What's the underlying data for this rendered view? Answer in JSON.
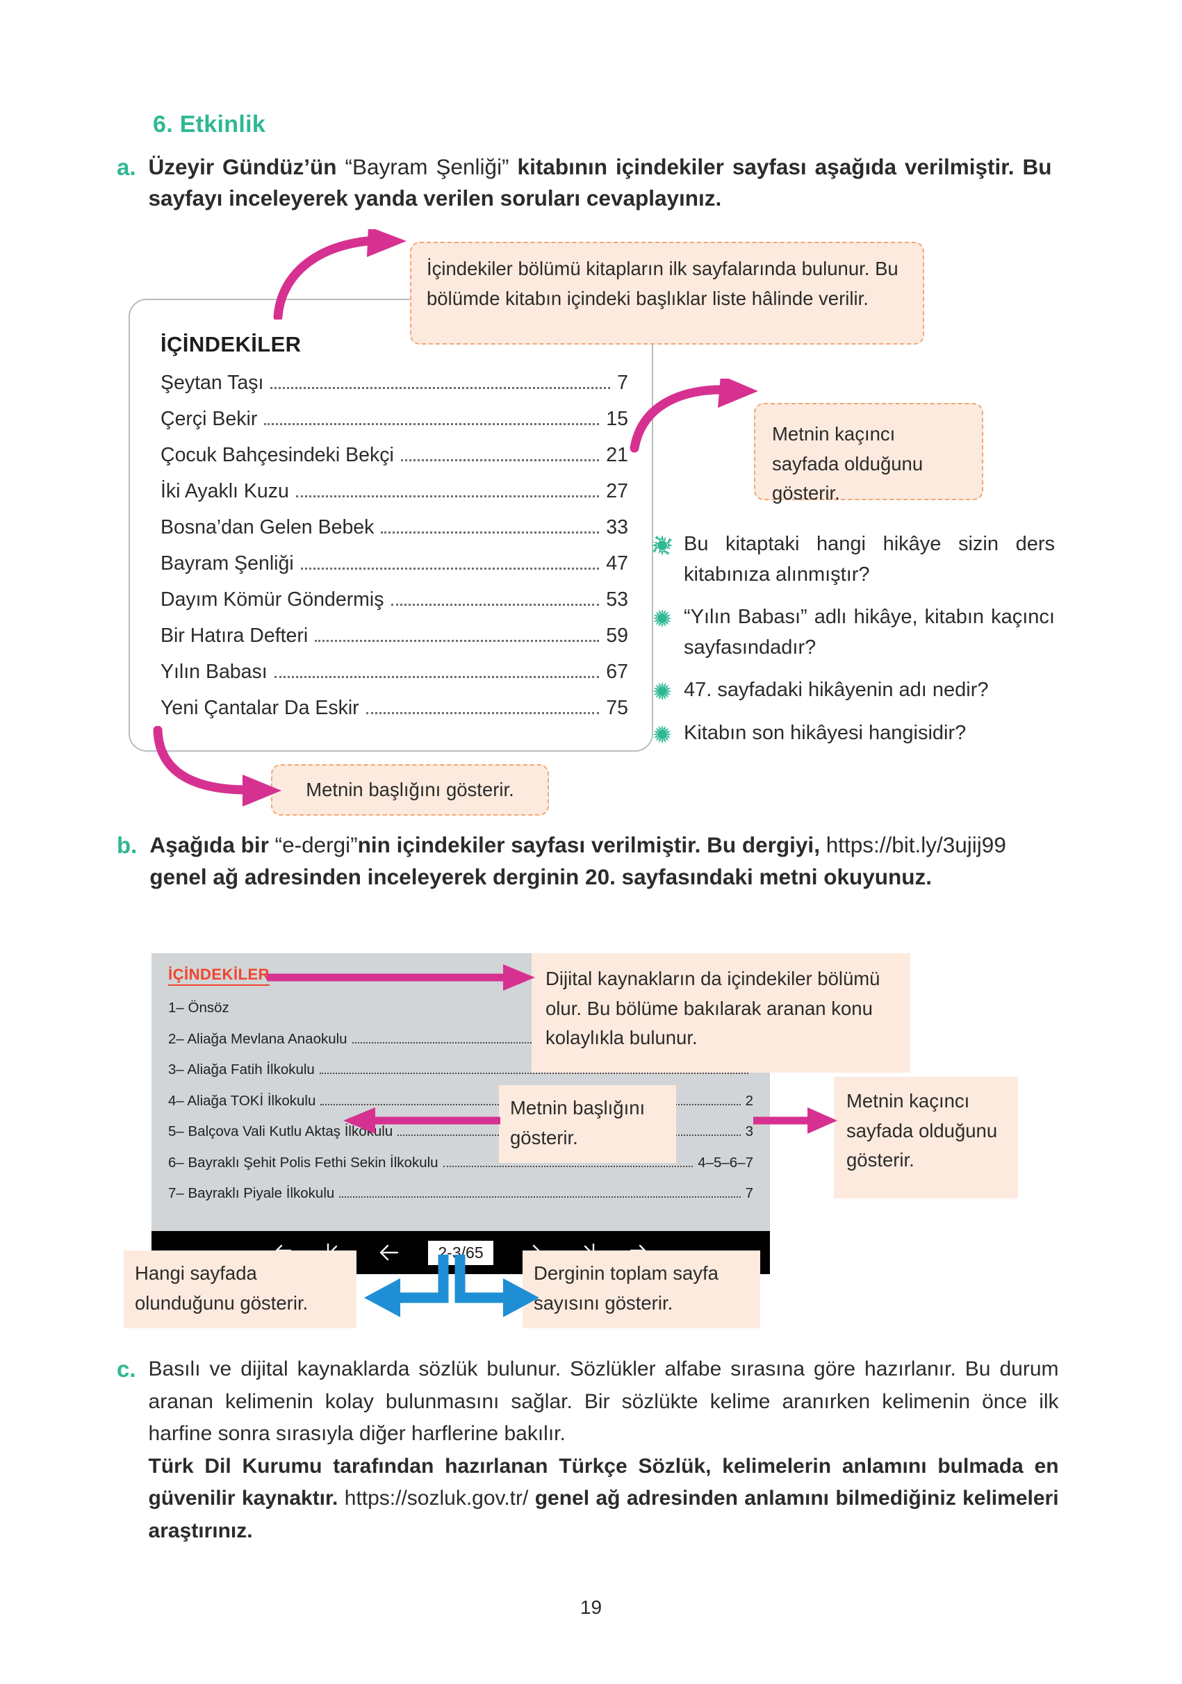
{
  "activity": {
    "heading": "6. Etkinlik"
  },
  "items": {
    "a": {
      "letter": "a.",
      "text_part1": "Üzeyir Gündüz’ün ",
      "text_quote": "“Bayram Şenliği”",
      "text_part2": " kitabının içindekiler sayfası aşağıda verilmiştir. Bu sayfayı inceleyerek yanda verilen soruları cevaplayınız."
    },
    "b": {
      "letter": "b.",
      "text_part1": "Aşağıda bir ",
      "text_quote": "“e-dergi”",
      "text_part2": "nin içindekiler sayfası verilmiştir. Bu dergiyi, ",
      "url": "https://bit.ly/3ujij99",
      "text_part3": " genel ağ adresinden inceleyerek derginin 20. sayfasındaki metni okuyunuz."
    },
    "c": {
      "letter": "c.",
      "paragraph1": "Basılı ve dijital kaynaklarda sözlük bulunur. Sözlükler alfabe sırasına göre hazırlanır. Bu durum aranan kelimenin kolay bulunmasını sağlar. Bir sözlükte kelime aranırken kelimenin önce ilk harfine sonra sırasıyla diğer harflerine bakılır.",
      "paragraph2_part1": "Türk Dil Kurumu tarafından hazırlanan Türkçe Sözlük, kelimelerin anlamını bulmada en güvenilir kaynaktır. ",
      "paragraph2_url": "https://sozluk.gov.tr/",
      "paragraph2_part2": " genel ağ adresinden anlamını bilmediğiniz kelimeleri araştırınız."
    }
  },
  "book_toc": {
    "title": "İÇİNDEKİLER",
    "entries": [
      {
        "name": "Şeytan Taşı",
        "page": "7"
      },
      {
        "name": "Çerçi Bekir",
        "page": "15"
      },
      {
        "name": "Çocuk Bahçesindeki Bekçi",
        "page": "21"
      },
      {
        "name": "İki Ayaklı Kuzu",
        "page": "27"
      },
      {
        "name": "Bosna’dan Gelen Bebek",
        "page": "33"
      },
      {
        "name": "Bayram Şenliği",
        "page": "47"
      },
      {
        "name": "Dayım Kömür Göndermiş",
        "page": "53"
      },
      {
        "name": "Bir Hatıra Defteri",
        "page": "59"
      },
      {
        "name": "Yılın Babası",
        "page": "67"
      },
      {
        "name": "Yeni Çantalar Da Eskir",
        "page": "75"
      }
    ]
  },
  "callouts": {
    "toc_info": "İçindekiler bölümü kitapların ilk sayfalarında bulunur. Bu bölümde kitabın içindeki başlıklar liste hâlinde verilir.",
    "page_number_shows": "Metnin kaçıncı sayfada olduğunu gösterir.",
    "title_shows": "Metnin başlığını gösterir.",
    "digital_info": "Dijital kaynakların da içindekiler bölümü olur. Bu bölüme bakılarak aranan konu kolaylıkla bulunur.",
    "title_shows_2": "Metnin başlığını gösterir.",
    "page_number_shows_2": "Metnin kaçıncı sayfada olduğunu gösterir.",
    "current_page_shows": "Hangi sayfada olunduğunu gösterir.",
    "total_pages_shows": "Derginin toplam sayfa sayısını gösterir."
  },
  "questions": [
    "Bu kitaptaki hangi hikâye sizin ders kitabınıza alınmıştır?",
    "“Yılın Babası” adlı hikâye, kitabın kaçıncı sayfasındadır?",
    "47. sayfadaki hikâyenin adı nedir?",
    "Kitabın son hikâyesi hangisidir?"
  ],
  "edergi": {
    "title": "İÇİNDEKİLER",
    "entries": [
      {
        "name": "1– Önsöz",
        "page": "",
        "leader": false
      },
      {
        "name": "2– Aliağa Mevlana Anaokulu",
        "page": "",
        "leader": true
      },
      {
        "name": "3– Aliağa Fatih İlkokulu",
        "page": "",
        "leader": true
      },
      {
        "name": "4– Aliağa TOKİ İlkokulu",
        "page": "2",
        "leader": true
      },
      {
        "name": "5– Balçova Vali Kutlu Aktaş İlkokulu",
        "page": "3",
        "leader": true
      },
      {
        "name": "6– Bayraklı Şehit Polis Fethi Sekin İlkokulu",
        "page": "4–5–6–7",
        "leader": true
      },
      {
        "name": "7– Bayraklı Piyale İlkokulu",
        "page": "7",
        "leader": true
      }
    ],
    "toolbar": {
      "page_indicator": "2-3/65",
      "icons": [
        "undo-arrow-icon",
        "first-page-icon",
        "previous-page-icon",
        "next-page-icon",
        "last-page-icon",
        "redo-arrow-icon"
      ]
    }
  },
  "page_number": "19",
  "colors": {
    "accent_teal": "#2EB893",
    "callout_bg": "#FDEADE",
    "callout_border": "#F0A774",
    "arrow_pink": "#D63190",
    "arrow_blue": "#1E8FD5",
    "edergi_bg": "#D2D5D7",
    "edergi_title_red": "#F0452F",
    "toolbar_black": "#000000"
  }
}
